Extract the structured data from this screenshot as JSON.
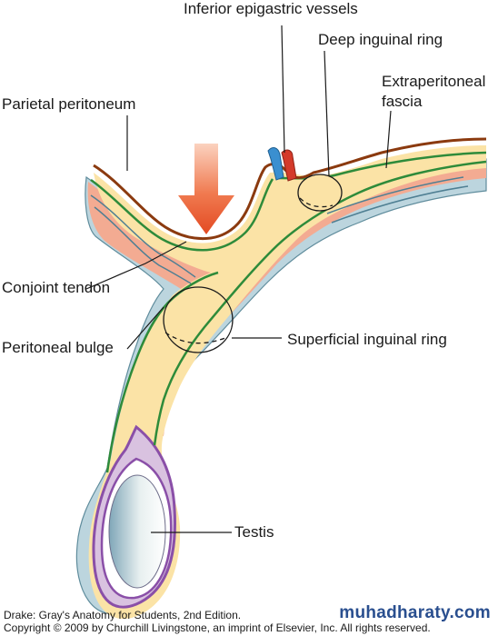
{
  "labels": {
    "inferior_epigastric": "Inferior epigastric vessels",
    "deep_ring": "Deep inguinal ring",
    "extraperitoneal_line1": "Extraperitoneal",
    "extraperitoneal_line2": "fascia",
    "parietal_peritoneum": "Parietal peritoneum",
    "conjoint_tendon": "Conjoint tendon",
    "peritoneal_bulge": "Peritoneal bulge",
    "superficial_ring": "Superficial inguinal ring",
    "testis": "Testis"
  },
  "credit": {
    "line1": "Drake: Gray's Anatomy for Students, 2nd Edition.",
    "line2": "Copyright © 2009 by Churchill Livingstone, an imprint of Elsevier, Inc. All rights reserved."
  },
  "watermark": "muhadharaty.com",
  "colors": {
    "peritoneum_brown": "#8b3a0f",
    "fascia_cream": "#fbe3a6",
    "green_layer": "#2e8b3a",
    "pink_layer": "#f2a88e",
    "blue_layer": "#b8d6e0",
    "testis_purple": "#8a4fa8",
    "arrow_red": "#e8502a",
    "vein_blue": "#3a8fd0",
    "artery_red": "#d43a2a"
  }
}
